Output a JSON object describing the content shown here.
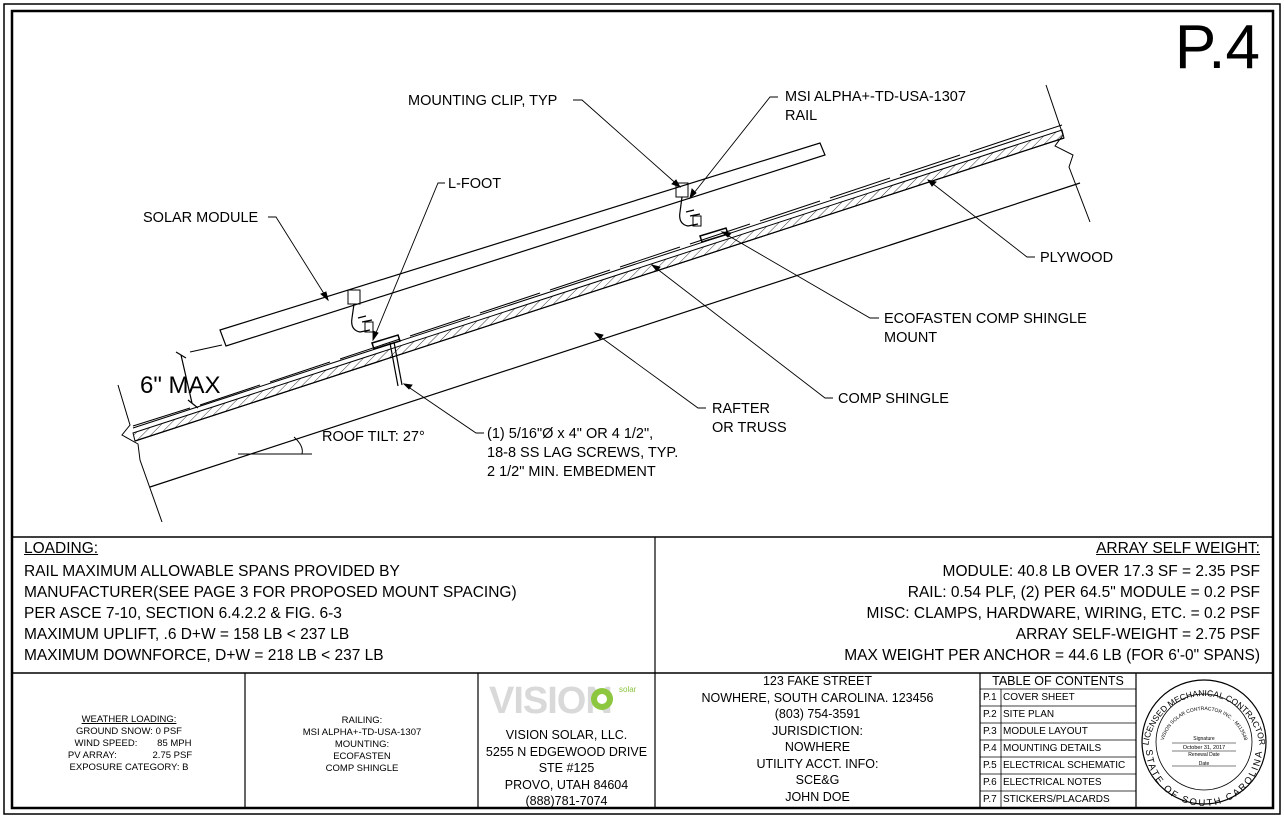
{
  "sheet": {
    "page_id": "P.4"
  },
  "callouts": {
    "mounting_clip": "MOUNTING CLIP, TYP",
    "rail_line1": "MSI ALPHA+-TD-USA-1307",
    "rail_line2": "RAIL",
    "l_foot": "L-FOOT",
    "solar_module": "SOLAR MODULE",
    "plywood": "PLYWOOD",
    "ecofasten_line1": "ECOFASTEN COMP SHINGLE",
    "ecofasten_line2": "MOUNT",
    "comp_shingle": "COMP SHINGLE",
    "rafter_line1": "RAFTER",
    "rafter_line2": "OR TRUSS",
    "max_height": "6\" MAX",
    "roof_tilt": "ROOF TILT: 27°",
    "lag_line1": "(1) 5/16\"Ø x 4\" OR 4 1/2\",",
    "lag_line2": "18-8 SS LAG SCREWS, TYP.",
    "lag_line3": "2 1/2\" MIN. EMBEDMENT"
  },
  "loading": {
    "title": "LOADING:",
    "lines": [
      "RAIL MAXIMUM ALLOWABLE SPANS PROVIDED BY",
      "MANUFACTURER(SEE PAGE 3 FOR PROPOSED MOUNT SPACING)",
      "PER ASCE 7-10, SECTION 6.4.2.2 & FIG. 6-3",
      "MAXIMUM UPLIFT, .6 D+W = 158 LB < 237 LB",
      "MAXIMUM DOWNFORCE, D+W = 218 LB < 237 LB"
    ]
  },
  "array_self_weight": {
    "title": "ARRAY SELF WEIGHT:",
    "lines": [
      "MODULE: 40.8 LB OVER 17.3 SF = 2.35 PSF",
      "RAIL:  0.54 PLF, (2) PER 64.5\" MODULE = 0.2 PSF",
      "MISC:  CLAMPS, HARDWARE, WIRING, ETC. = 0.2 PSF",
      "ARRAY SELF-WEIGHT = 2.75 PSF",
      "MAX WEIGHT PER ANCHOR = 44.6 LB (FOR 6'-0\" SPANS)"
    ]
  },
  "weather": {
    "title": "WEATHER LOADING:",
    "ground_snow_label": "GROUND SNOW:",
    "ground_snow_value": "0 PSF",
    "wind_speed_label": "WIND SPEED:",
    "wind_speed_value": "85 MPH",
    "pv_array_label": "PV ARRAY:",
    "pv_array_value": "2.75 PSF",
    "exposure": "EXPOSURE CATEGORY: B"
  },
  "materials": {
    "railing_label": "RAILING:",
    "railing_value": "MSI ALPHA+-TD-USA-1307",
    "mounting_label": "MOUNTING:",
    "mounting_value1": "ECOFASTEN",
    "mounting_value2": "COMP SHINGLE"
  },
  "company": {
    "logo_word": "VISION",
    "logo_sub": "solar",
    "name": "VISION SOLAR, LLC.",
    "address1": "5255 N EDGEWOOD DRIVE",
    "address2": "STE #125",
    "city": "PROVO, UTAH 84604",
    "phone": "(888)781-7074",
    "brand_color": "#8dc63f"
  },
  "project": {
    "street": "123 FAKE STREET",
    "city": "NOWHERE, SOUTH CAROLINA. 123456",
    "phone": "(803) 754-3591",
    "jurisdiction_label": "JURISDICTION:",
    "jurisdiction_value": "NOWHERE",
    "utility_label": "UTILITY ACCT. INFO:",
    "utility_value": "SCE&G",
    "owner": "JOHN DOE"
  },
  "toc": {
    "title": "TABLE OF CONTENTS",
    "items": [
      {
        "num": "P.1",
        "label": "COVER SHEET"
      },
      {
        "num": "P.2",
        "label": "SITE PLAN"
      },
      {
        "num": "P.3",
        "label": "MODULE LAYOUT"
      },
      {
        "num": "P.4",
        "label": "MOUNTING DETAILS"
      },
      {
        "num": "P.5",
        "label": "ELECTRICAL SCHEMATIC"
      },
      {
        "num": "P.6",
        "label": "ELECTRICAL NOTES"
      },
      {
        "num": "P.7",
        "label": "STICKERS/PLACARDS"
      }
    ]
  },
  "seal": {
    "arc_top": "LICENSED MECHANICAL CONTRACTOR",
    "arc_inner": "VISION SOLAR CONTRACTOR INC. - M113548",
    "arc_bottom": "STATE OF SOUTH CAROLINA",
    "signature_label": "Signature",
    "renewal_date": "October 31, 2017",
    "renewal_label": "Renewal Date",
    "date_label": "Date"
  }
}
